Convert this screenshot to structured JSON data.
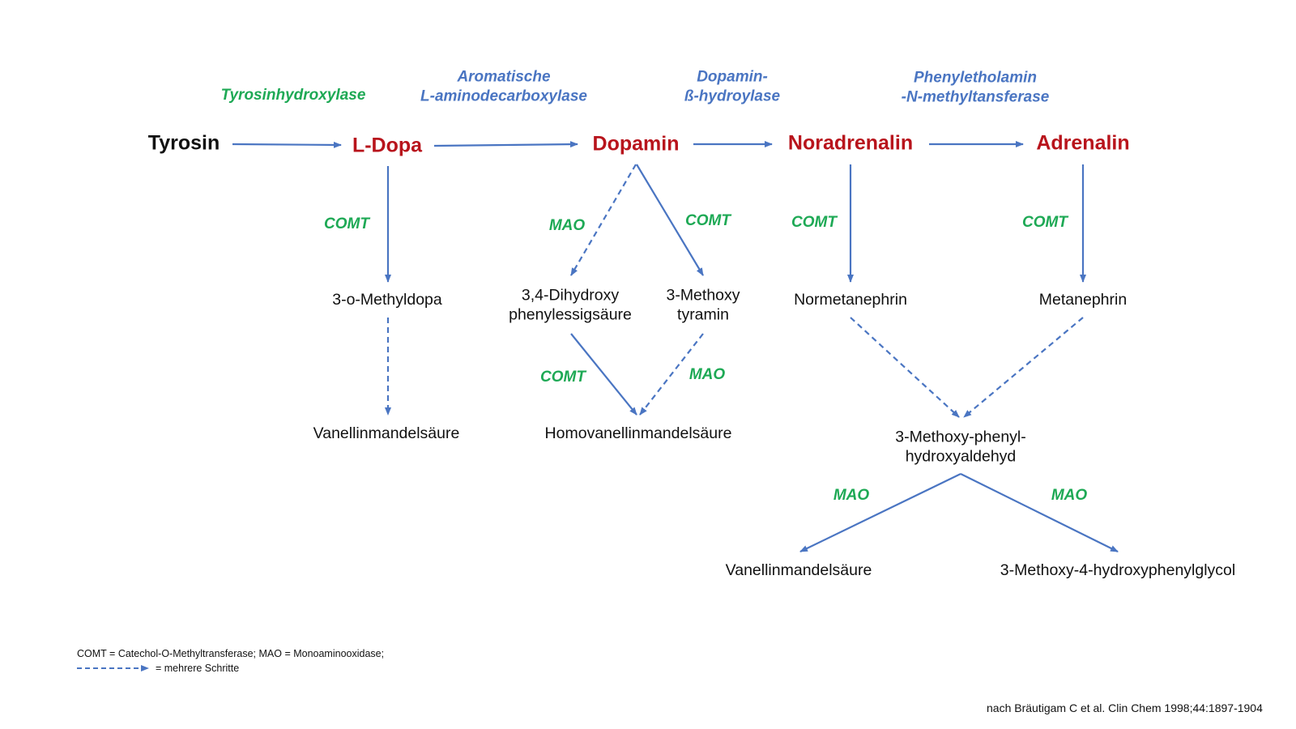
{
  "enzymes_main": {
    "tyrosinhydroxylase": "Tyrosinhydroxylase",
    "aadc_line1": "Aromatische",
    "aadc_line2": "L-aminodecarboxylase",
    "dbh_line1": "Dopamin-",
    "dbh_line2": "ß-hydroylase",
    "pnmt_line1": "Phenyletholamin",
    "pnmt_line2": "-N-methyltansferase"
  },
  "main_compounds": {
    "tyrosin": "Tyrosin",
    "l_dopa": "L-Dopa",
    "dopamin": "Dopamin",
    "noradrenalin": "Noradrenalin",
    "adrenalin": "Adrenalin"
  },
  "enzyme_labels": {
    "comt": "COMT",
    "mao": "MAO"
  },
  "metabolites": {
    "o_methyldopa": "3-o-Methyldopa",
    "vanillinmandelsaeure": "Vanellinmandelsäure",
    "dihydroxy_line1": "3,4-Dihydroxy",
    "dihydroxy_line2": "phenylessigsäure",
    "methoxytyramin_line1": "3-Methoxy",
    "methoxytyramin_line2": "tyramin",
    "homovanillinmandelsaeure": "Homovanellinmandelsäure",
    "normetanephrin": "Normetanephrin",
    "metanephrin": "Metanephrin",
    "aldehyd_line1": "3-Methoxy-phenyl-",
    "aldehyd_line2": "hydroxyaldehyd",
    "vanillinmandelsaeure_2": "Vanellinmandelsäure",
    "mhpg": "3-Methoxy-4-hydroxyphenylglycol"
  },
  "legend": {
    "abbreviations": "COMT = Catechol-O-Methyltransferase; MAO =  Monoaminooxidase;",
    "dashed_meaning": "= mehrere Schritte"
  },
  "citation": "nach Bräutigam C et al. Clin Chem 1998;44:1897-1904",
  "colors": {
    "arrow": "#4a75c2",
    "enzyme_main": "#4a75c2",
    "enzyme_secondary": "#1ea955",
    "compound_highlight": "#b8141c",
    "text": "#111111"
  }
}
